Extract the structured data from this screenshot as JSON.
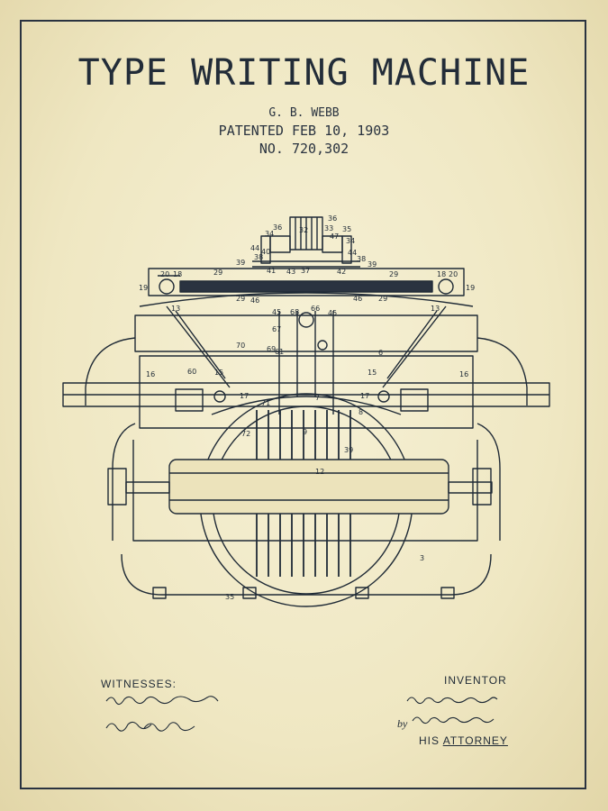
{
  "document": {
    "title": "TYPE WRITING MACHINE",
    "inventor_name": "G. B. WEBB",
    "patent_date": "PATENTED FEB 10, 1903",
    "patent_number": "NO. 720,302"
  },
  "figure": {
    "labels": [
      "36",
      "36",
      "35",
      "34",
      "34",
      "33",
      "47",
      "44",
      "44",
      "38",
      "38",
      "39",
      "39",
      "32",
      "43",
      "37",
      "42",
      "40",
      "41",
      "20",
      "18",
      "18",
      "20",
      "19",
      "19",
      "29",
      "29",
      "29",
      "29",
      "46",
      "46",
      "45",
      "45",
      "66",
      "68",
      "13",
      "13",
      "67",
      "6",
      "61",
      "70",
      "69",
      "60",
      "16",
      "16",
      "15",
      "15",
      "17",
      "17",
      "71",
      "7",
      "8",
      "72",
      "9",
      "39",
      "12",
      "3",
      "35"
    ]
  },
  "footer": {
    "witnesses_label": "WITNESSES:",
    "inventor_label": "INVENTOR",
    "by_label": "by",
    "his_label": "HIS",
    "attorney_label": "ATTORNEY"
  },
  "colors": {
    "paper": "#f1ebc9",
    "ink": "#1f2a36"
  }
}
